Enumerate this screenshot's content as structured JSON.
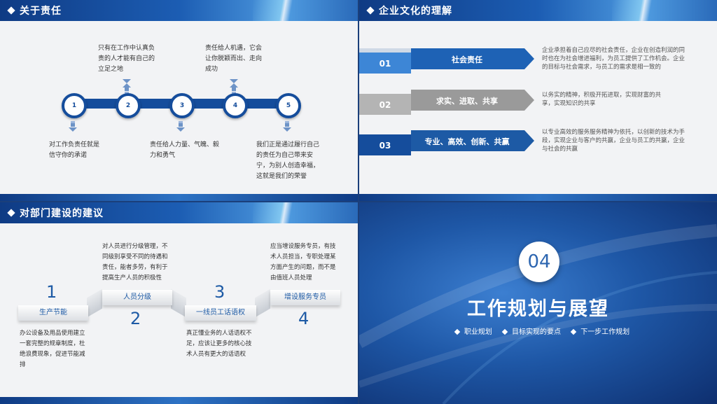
{
  "slide1": {
    "title": "关于责任",
    "nodes": [
      "1",
      "2",
      "3",
      "4",
      "5"
    ],
    "top_texts": [
      "只有在工作中认真负责的人才能有自己的立足之地",
      "责任给人机遇，它会让你脱颖而出、走向成功"
    ],
    "bottom_texts": [
      "对工作负责任就是信守你的承诺",
      "责任给人力量、气魄、毅力和勇气",
      "我们正是通过履行自己的责任为自己带来安宁，为别人创造幸福，这就是我们的荣誉"
    ]
  },
  "slide2": {
    "title": "企业文化的理解",
    "rows": [
      {
        "num": "01",
        "label": "社会责任",
        "text": "企业承担着自己应尽的社会责任，企业在创造利润的同时也在为社会增进福利，为员工提供了工作机会。企业的目标与社会需求，与员工的需求是相一致的"
      },
      {
        "num": "02",
        "label": "求实、进取、共享",
        "text": "以务实的精神，积极开拓进取，实现财富的共享，实现知识的共享"
      },
      {
        "num": "03",
        "label": "专业、高效、创新、共赢",
        "text": "以专业高效的服务服务精神为依托，以创新的技术为手段，实现企业与客户的共赢，企业与员工的共赢，企业与社会的共赢"
      }
    ],
    "colors": {
      "row1": "#4a90d9",
      "row2": "#a9a9a9",
      "row3": "#1d5aa5"
    }
  },
  "slide3": {
    "title": "对部门建设的建议",
    "steps": [
      {
        "num": "1",
        "label": "生产节能",
        "text": "办公设备及用品使用建立一套完整的规章制度，杜绝浪费现象，促进节能减排"
      },
      {
        "num": "2",
        "label": "人员分级",
        "text": "对人员进行分级管理，不同级别享受不同的待遇和责任，能者多劳，有利于提高生产人员的积极性"
      },
      {
        "num": "3",
        "label": "一线员工话语权",
        "text": "真正懂业务的人话语权不足，应该让更多的核心技术人员有更大的话语权"
      },
      {
        "num": "4",
        "label": "增设服务专员",
        "text": "应当增设服务专员，有技术人员担当，专职处理某方面产生的问题，而不是由值班人员处理"
      }
    ]
  },
  "slide4": {
    "number": "04",
    "title": "工作规划与展望",
    "items": [
      "职业规划",
      "目标实现的要点",
      "下一步工作规划"
    ]
  }
}
